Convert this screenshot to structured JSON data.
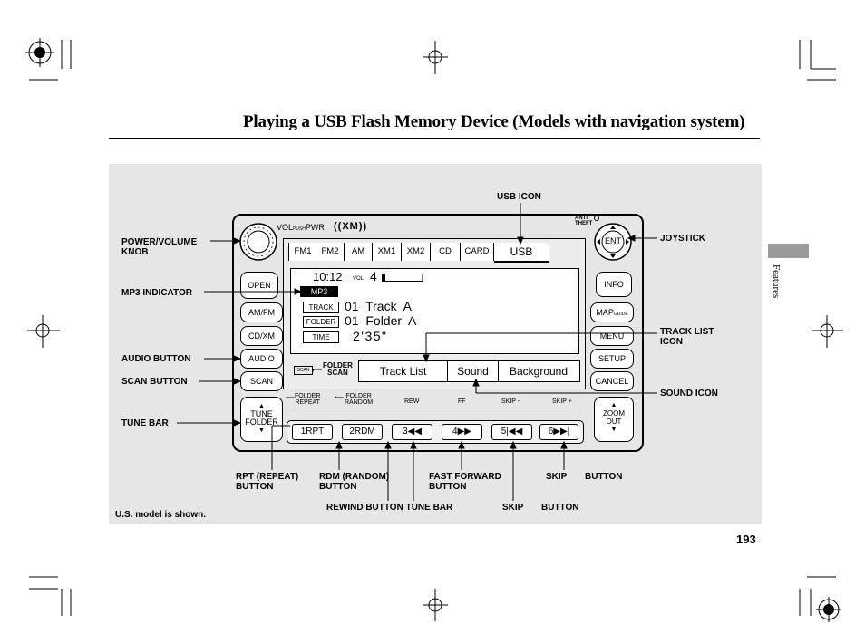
{
  "title": "Playing a USB Flash Memory Device (Models with navigation system)",
  "side_tab": "Features",
  "page_number": "193",
  "note": "U.S. model is shown.",
  "callouts": {
    "usb_icon": "USB ICON",
    "power_volume_knob_1": "POWER/VOLUME",
    "power_volume_knob_2": "KNOB",
    "joystick": "JOYSTICK",
    "mp3_indicator": "MP3 INDICATOR",
    "track_list_icon_1": "TRACK LIST",
    "track_list_icon_2": "ICON",
    "audio_button": "AUDIO BUTTON",
    "scan_button": "SCAN BUTTON",
    "sound_icon": "SOUND ICON",
    "tune_bar": "TUNE BAR",
    "rpt_button_1": "RPT (REPEAT)",
    "rpt_button_2": "BUTTON",
    "rdm_button_1": "RDM (RANDOM)",
    "rdm_button_2": "BUTTON",
    "ff_button_1": "FAST FORWARD",
    "ff_button_2": "BUTTON",
    "skip_top": "SKIP",
    "button_top": "BUTTON",
    "rewind_tune": "REWIND BUTTON TUNE BAR",
    "skip_bottom": "SKIP",
    "button_bottom": "BUTTON"
  },
  "unit": {
    "vol_label": "VOL",
    "push_label": "PUSH",
    "pwr_label": "PWR",
    "xm_logo": "((XM))",
    "anti_theft_1": "ANTI",
    "anti_theft_2": "THEFT",
    "mode_tabs": [
      "FM1",
      "FM2",
      "AM",
      "XM1",
      "XM2",
      "CD",
      "CARD",
      "USB"
    ],
    "clock": "10:12",
    "vol_small": "VOL",
    "vol_value": "4",
    "mp3": "MP3",
    "track_tag": "TRACK",
    "track_text": "01  Track  A",
    "folder_tag": "FOLDER",
    "folder_text": "01  Folder  A",
    "time_tag": "TIME",
    "time_text": "2'35\"",
    "scan_small": "SCAN",
    "folder_scan_1": "FOLDER",
    "folder_scan_2": "SCAN",
    "soft_keys": [
      "Track  List",
      "Sound",
      "Background"
    ],
    "left_buttons": [
      "OPEN",
      "AM/FM",
      "CD/XM",
      "AUDIO",
      "SCAN"
    ],
    "tune_folder_1": "TUNE",
    "tune_folder_2": "FOLDER",
    "right_buttons": [
      "INFO",
      "MAP",
      "MENU",
      "SETUP",
      "CANCEL"
    ],
    "map_guide": "GUIDE",
    "ent": "ENT",
    "zoom": "ZOOM",
    "zoom_out": "OUT",
    "bar_captions": {
      "folder_repeat_1": "FOLDER",
      "folder_repeat_2": "REPEAT",
      "folder_random_1": "FOLDER",
      "folder_random_2": "RANDOM",
      "rew": "REW",
      "ff": "FF",
      "skip_minus": "SKIP -",
      "skip_plus": "SKIP +"
    },
    "presets": [
      "1RPT",
      "2RDM",
      "3◀◀",
      "4▶▶",
      "5|◀◀",
      "6▶▶|"
    ]
  }
}
